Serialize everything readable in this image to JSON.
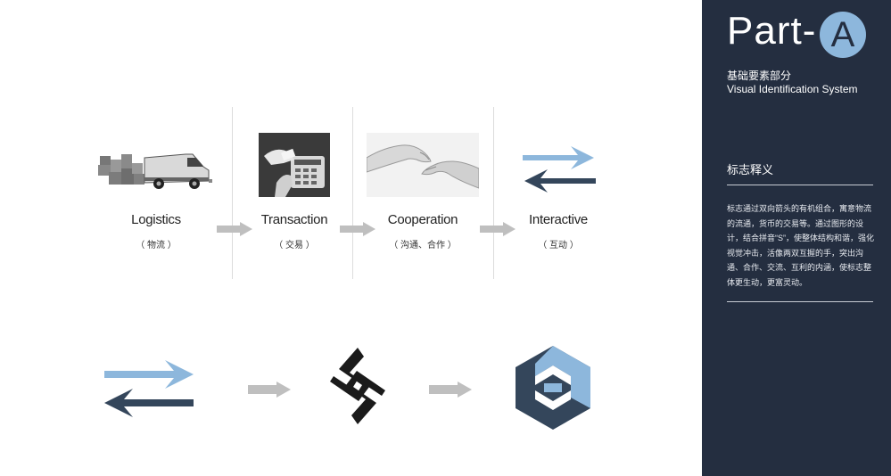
{
  "colors": {
    "sidebar_bg": "#242e40",
    "light_blue": "#8db7dc",
    "dark_navy": "#34465b",
    "flow_arrow": "#bfbfbf"
  },
  "stages": [
    {
      "title": "Logistics",
      "sub": "（ 物流 ）",
      "icon": "delivery-truck-photo"
    },
    {
      "title": "Transaction",
      "sub": "（ 交易 ）",
      "icon": "payment-terminal-photo"
    },
    {
      "title": "Cooperation",
      "sub": "（ 沟通、合作 ）",
      "icon": "hands-reaching-photo"
    },
    {
      "title": "Interactive",
      "sub": "（ 互动 ）",
      "icon": "bidirectional-arrows-icon"
    }
  ],
  "sidebar": {
    "part_label": "Part-",
    "part_letter": "A",
    "subtitle_cn": "基础要素部分",
    "subtitle_en": "Visual Identification System",
    "section_title": "标志释义",
    "body": "标志通过双向箭头的有机组合，寓意物流的流通，货币的交易等。通过图形的设计，结合拼音“S”，使整体结构和谐，强化视觉冲击，活像两双互握的手，突出沟通、合作、交流、互利的内涵，使标志整体更生动，更富灵动。"
  }
}
